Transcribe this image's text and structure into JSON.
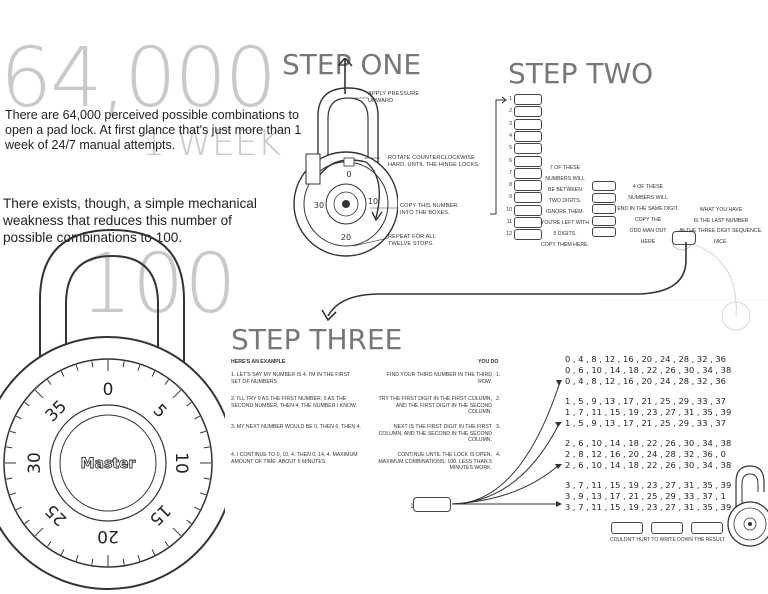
{
  "hero": {
    "big_number": "64,000",
    "big_week": "1 WEEK",
    "big_hundred": "100",
    "intro_1": "There are 64,000 perceived possible combinations to open a pad lock. At first glance that's just more than 1 week of 24/7 manual attempts.",
    "intro_2": "There exists, though, a simple mechanical weakness that reduces this number of possible combinations to 100."
  },
  "step_one": {
    "title": "STEP ONE",
    "label_pressure": "APPLY PRESSURE UPWARD",
    "label_rotate": "ROTATE COUNTERCLOCKWISE HARD, UNTIL THE HINGE LOCKS.",
    "label_copy": "COPY THIS NUMBER INTO THE BOXES.",
    "label_repeat": "REPEAT FOR ALL TWELVE STOPS."
  },
  "step_two": {
    "title": "STEP TWO",
    "rows": [
      "1",
      "2",
      "3",
      "4",
      "5",
      "6",
      "7",
      "8",
      "9",
      "10",
      "11",
      "12"
    ],
    "col2": [
      "7 OF THESE",
      "NUMBERS WILL",
      "BE BETWEEN",
      "TWO DIGITS.",
      "IGNORE THEM.",
      "YOU'RE LEFT WITH",
      "5 DIGITS.",
      "COPY THEM HERE."
    ],
    "col3": [
      "4 OF THESE",
      "NUMBERS WILL",
      "END IN THE SAME DIGIT.",
      "COPY THE",
      "ODD MAN OUT",
      "HERE"
    ],
    "col4": [
      "WHAT YOU HAVE",
      "IS THE LAST NUMBER",
      "IN THE THREE DIGIT SEQUENCE.",
      "NICE."
    ]
  },
  "step_three": {
    "title": "STEP THREE",
    "example_header": "HERE'S AN EXAMPLE",
    "you_do_header": "YOU DO",
    "example": [
      "1.  LET'S SAY MY NUMBER IS 4. I'M IN THE FIRST SET OF NUMBERS",
      "2.  I'LL TRY 0 AS THE FIRST NUMBER, 0 AS THE SECOND NUMBER, THEN 4, THE NUMBER I KNOW.",
      "3.  MY NEXT NUMBER WOULD BE 0, THEN 6, THEN 4.",
      "4.  I CONTINUE TO 0, 10, 4. THEN 0, 14, 4. MAXIMUM AMOUNT OF TIME: ABOUT 5 MINUTES."
    ],
    "you_do": [
      "FIND YOUR THIRD NUMBER IN THE THIRD ROW.",
      "TRY THE FIRST DIGIT IN THE FIRST COLUMN, AND THE FIRST DIGIT IN THE SECOND COLUMN.",
      "NEXT IS THE FIRST DIGIT IN THE FIRST COLUMN, AND THE SECOND IN THE SECOND COLUMN.",
      "CONTINUE UNTIL THE LOCK IS OPEN. MAXIMUM COMBINATIONS: 100. LESS THAN 5 MINUTES WORK."
    ],
    "you_do_nums": [
      "1.",
      "2.",
      "3.",
      "4."
    ],
    "sequences": [
      "0 , 4 , 8 , 12 , 16 , 20 , 24 , 28 , 32 , 36",
      "0 , 6 , 10 , 14 , 18 , 22 , 26 , 30 , 34 , 38",
      "0 , 4 , 8 , 12 , 16 , 20 , 24 , 28 , 32 , 36",
      "1 , 5 , 9 , 13 , 17 , 21 , 25 , 29 , 33 , 37",
      "1 , 7 , 11 , 15 , 19 , 23 , 27 , 31 , 35 , 39",
      "1 , 5 , 9 , 13 , 17 , 21 , 25 , 29 , 33 , 37",
      "2 , 6 , 10 , 14 , 18 , 22 , 26 , 30 , 34 , 38",
      "2 , 8 , 12 , 16 , 20 , 24 , 28 , 32 , 36 , 0",
      "2 , 6 , 10 , 14 , 18 , 22 , 26 , 30 , 34 , 38",
      "3 , 7 , 11 , 15 , 19 , 23 , 27 , 31 , 35 , 39",
      "3 , 9 , 13 , 17 , 21 , 25 , 29 , 33 , 37 , 1",
      "3 , 7 , 11 , 15 , 19 , 23 , 27 , 31 , 35 , 39"
    ],
    "footer_note": "COULDN'T HURT TO WRITE DOWN THE RESULT."
  },
  "dial": {
    "brand": "Master",
    "numbers": [
      "0",
      "5",
      "10",
      "15",
      "20",
      "25",
      "30",
      "35"
    ]
  }
}
